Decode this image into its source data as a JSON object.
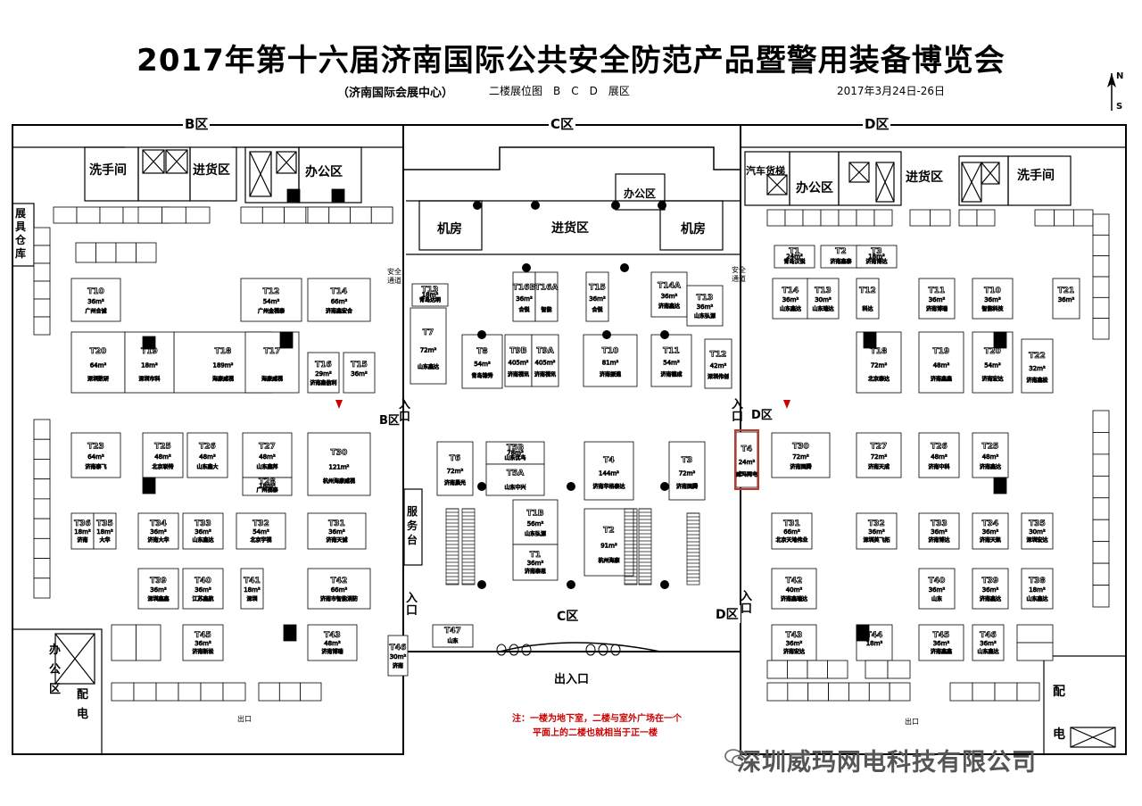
{
  "title": "2017年第十六届济南国际公共安全防范产品暨警用装备博览会",
  "subtitle": {
    "venue": "（济南国际会展中心）",
    "desc": "二楼展位图　B　C　D　展区",
    "date": "2017年3月24日-26日"
  },
  "compass": {
    "n": "N",
    "s": "S"
  },
  "zones": {
    "b": "B区",
    "c": "C区",
    "d": "D区",
    "b_entry": "B区",
    "d_entry": "D区",
    "c_bottom": "C区",
    "d_bottom": "D区"
  },
  "rooms": {
    "wash_left": "洗手间",
    "goods_b": "进货区",
    "office_b": "办公区",
    "office_c": "办公区",
    "machine_left": "机房",
    "goods_c": "进货区",
    "machine_right": "机房",
    "lift_d": "汽车货梯",
    "office_d": "办公区",
    "goods_d": "进货区",
    "wash_right": "洗手间",
    "warehouse": "展具仓库",
    "office_bl": "办公区",
    "power_l": "配电",
    "power_r": "配",
    "power_r2": "电",
    "service": "服务台",
    "exit_c": "出入口",
    "safe_l": "安全通道",
    "safe_r": "安全通道"
  },
  "entries": {
    "e1": "入口",
    "e2": "入口",
    "e3": "入口",
    "e4": "入口"
  },
  "exits": {
    "x1": "出口",
    "x2": "出口"
  },
  "note": {
    "line1": "注：一楼为地下室，二楼与室外广场在一个",
    "line2": "平面上的二楼也就相当于正一楼"
  },
  "watermark": "深圳威玛网电科技有限公司",
  "booths": [
    {
      "id": "T10",
      "area": "36m²",
      "name": "广州合诚"
    },
    {
      "id": "T12",
      "area": "54m²",
      "name": "广州金视泰"
    },
    {
      "id": "T14",
      "area": "66m²",
      "name": "济南鑫宏合"
    },
    {
      "id": "T18",
      "area": "189m²",
      "name": "海康威视"
    },
    {
      "id": "T17",
      "area": "",
      "name": "海康威视"
    },
    {
      "id": "T20",
      "area": "64m²",
      "name": "深圳数研"
    },
    {
      "id": "T19",
      "area": "18m²",
      "name": "深圳市科"
    },
    {
      "id": "T16",
      "area": "29m²",
      "name": "济南鑫信利"
    },
    {
      "id": "T15",
      "area": "36m²",
      "name": ""
    },
    {
      "id": "T13",
      "area": "18m²",
      "name": "青岛达明"
    },
    {
      "id": "T7",
      "area": "72m²",
      "name": "山东鑫达"
    },
    {
      "id": "T8",
      "area": "54m²",
      "name": "青岛锦秀"
    },
    {
      "id": "T9B",
      "area": "405m²",
      "name": "济南视讯"
    },
    {
      "id": "T9A",
      "area": "405m²",
      "name": "济南视讯"
    },
    {
      "id": "T10",
      "area": "81m²",
      "name": "济南振通"
    },
    {
      "id": "T11",
      "area": "54m²",
      "name": "济南德成"
    },
    {
      "id": "T16B",
      "area": "36m²",
      "name": "合锐"
    },
    {
      "id": "T16A",
      "area": "",
      "name": "智能"
    },
    {
      "id": "T15",
      "area": "36m²",
      "name": "合锐"
    },
    {
      "id": "T14A",
      "area": "36m²",
      "name": "济南鑫达"
    },
    {
      "id": "T13",
      "area": "36m²",
      "name": "山东弘源"
    },
    {
      "id": "T12",
      "area": "42m²",
      "name": "深圳伟创"
    },
    {
      "id": "T23",
      "area": "64m²",
      "name": "济南泰飞"
    },
    {
      "id": "T25",
      "area": "48m²",
      "name": "北京联特"
    },
    {
      "id": "T26",
      "area": "48m²",
      "name": "山东鑫大"
    },
    {
      "id": "T27",
      "area": "48m²",
      "name": "山东鑫邦"
    },
    {
      "id": "T28",
      "area": "18m²",
      "name": "广州视泰"
    },
    {
      "id": "T30",
      "area": "121m²",
      "name": "杭州海康威视"
    },
    {
      "id": "T6",
      "area": "72m²",
      "name": "济南晨光"
    },
    {
      "id": "T5B",
      "area": "78m²",
      "name": "山东优鸟"
    },
    {
      "id": "T5A",
      "area": "",
      "name": "山东中兴"
    },
    {
      "id": "T4",
      "area": "144m²",
      "name": "济南华格泰达"
    },
    {
      "id": "T3",
      "area": "72m²",
      "name": "济南国腾"
    },
    {
      "id": "T1B",
      "area": "56m²",
      "name": "山东弘源"
    },
    {
      "id": "T1",
      "area": "36m²",
      "name": "济南泰思"
    },
    {
      "id": "T2",
      "area": "91m²",
      "name": "杭州海康"
    },
    {
      "id": "T36",
      "area": "18m²",
      "name": "济南"
    },
    {
      "id": "T35",
      "area": "18m²",
      "name": "大华"
    },
    {
      "id": "T34",
      "area": "36m²",
      "name": "济南大华"
    },
    {
      "id": "T33",
      "area": "36m²",
      "name": "山东鑫达"
    },
    {
      "id": "T32",
      "area": "54m²",
      "name": "北京宇视"
    },
    {
      "id": "T31",
      "area": "36m²",
      "name": "济南天诚"
    },
    {
      "id": "T39",
      "area": "36m²",
      "name": "深圳鑫鑫"
    },
    {
      "id": "T40",
      "area": "36m²",
      "name": "江苏鑫航"
    },
    {
      "id": "T41",
      "area": "18m²",
      "name": "深圳"
    },
    {
      "id": "T42",
      "area": "66m²",
      "name": "济南市智能消防"
    },
    {
      "id": "T45",
      "area": "36m²",
      "name": "济南新松"
    },
    {
      "id": "T43",
      "area": "48m²",
      "name": "济南博瑞"
    },
    {
      "id": "T46",
      "area": "30m²",
      "name": "济南"
    },
    {
      "id": "T47",
      "area": "",
      "name": "山东"
    },
    {
      "id": "T1",
      "area": "24m²",
      "name": "青岛汉锐"
    },
    {
      "id": "T2",
      "area": "",
      "name": "济南鑫泰"
    },
    {
      "id": "T3",
      "area": "18m²",
      "name": "济南博达"
    },
    {
      "id": "T14",
      "area": "36m²",
      "name": "山东鑫达"
    },
    {
      "id": "T13",
      "area": "30m²",
      "name": "山东瑞达"
    },
    {
      "id": "T12",
      "area": "",
      "name": "科达"
    },
    {
      "id": "T11",
      "area": "36m²",
      "name": "济南博瑞"
    },
    {
      "id": "T10",
      "area": "36m²",
      "name": "智能科技"
    },
    {
      "id": "T18",
      "area": "72m²",
      "name": "北京泰达"
    },
    {
      "id": "T19",
      "area": "48m²",
      "name": "济南鑫鑫"
    },
    {
      "id": "T20",
      "area": "54m²",
      "name": "济南宏达"
    },
    {
      "id": "T21",
      "area": "36m²",
      "name": ""
    },
    {
      "id": "T22",
      "area": "32m²",
      "name": "济南鑫松"
    },
    {
      "id": "T30",
      "area": "72m²",
      "name": "济南国腾"
    },
    {
      "id": "T27",
      "area": "72m²",
      "name": "济南天成"
    },
    {
      "id": "T26",
      "area": "48m²",
      "name": "济南中科"
    },
    {
      "id": "T25",
      "area": "48m²",
      "name": "济南鑫达"
    },
    {
      "id": "T31",
      "area": "66m²",
      "name": "北京天地伟业"
    },
    {
      "id": "T32",
      "area": "36m²",
      "name": "深圳英飞拓"
    },
    {
      "id": "T33",
      "area": "36m²",
      "name": "济南博达"
    },
    {
      "id": "T34",
      "area": "36m²",
      "name": "济南天凯"
    },
    {
      "id": "T35",
      "area": "30m²",
      "name": "深圳宏达"
    },
    {
      "id": "T42",
      "area": "40m²",
      "name": "济南鑫瑞达"
    },
    {
      "id": "T40",
      "area": "36m²",
      "name": "山东"
    },
    {
      "id": "T39",
      "area": "36m²",
      "name": "济南鑫达"
    },
    {
      "id": "T38",
      "area": "18m²",
      "name": "山东鑫达"
    },
    {
      "id": "T45",
      "area": "36m²",
      "name": "济南鑫鑫"
    },
    {
      "id": "T44",
      "area": "18m²",
      "name": ""
    },
    {
      "id": "T43",
      "area": "36m²",
      "name": "济南宏达"
    },
    {
      "id": "T46",
      "area": "36m²",
      "name": "山东鑫达"
    },
    {
      "id": "T4",
      "area": "24m²",
      "name": "威玛网电"
    }
  ],
  "colors": {
    "highlight": "#c0392b",
    "note": "#cc0000"
  }
}
